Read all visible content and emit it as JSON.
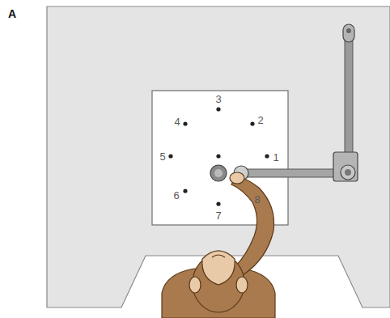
{
  "diagram": {
    "labels": [
      "A",
      "1",
      "2",
      "3",
      "4",
      "5",
      "6",
      "7",
      "8"
    ]
  }
}
